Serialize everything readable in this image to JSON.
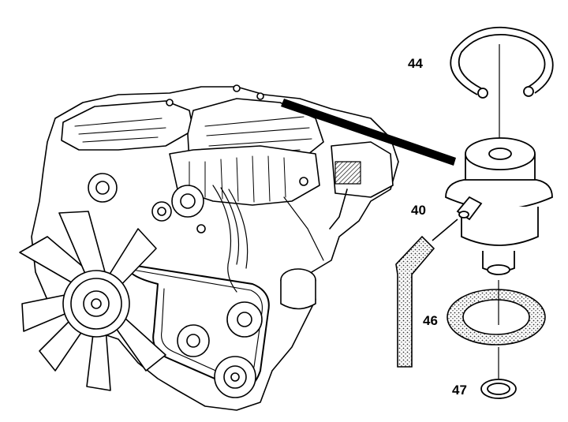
{
  "diagram": {
    "callouts": [
      {
        "id": "44",
        "label": "44",
        "part": "retaining-ring"
      },
      {
        "id": "40",
        "label": "40",
        "part": "fuel-pressure-regulator"
      },
      {
        "id": "46",
        "label": "46",
        "part": "gasket"
      },
      {
        "id": "47",
        "label": "47",
        "part": "o-ring"
      }
    ],
    "colors": {
      "ink": "#000000",
      "paper": "#ffffff",
      "stipple": "#555555"
    }
  }
}
